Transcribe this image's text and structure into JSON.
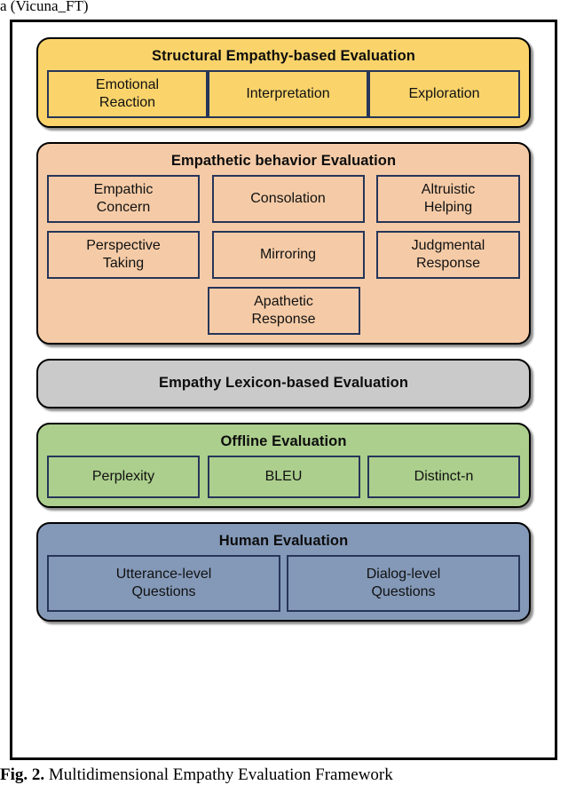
{
  "page": {
    "text_above": "a (Vicuna_FT)",
    "caption_prefix": "Fig. 2.",
    "caption_text": "Multidimensional Empathy Evaluation Framework"
  },
  "colors": {
    "structural": "#FAD46B",
    "behavior": "#F5CBA7",
    "lexicon": "#CACACA",
    "offline": "#ACCF8D",
    "human": "#8499B8",
    "box_border": "#263559",
    "frame_border": "#000000"
  },
  "figure": {
    "sections": [
      {
        "id": "structural",
        "title": "Structural Empathy-based Evaluation",
        "rows": [
          [
            {
              "line1": "Emotional",
              "line2": "Reaction"
            },
            {
              "line1": "Interpretation",
              "line2": ""
            },
            {
              "line1": "Exploration",
              "line2": ""
            }
          ]
        ]
      },
      {
        "id": "behavior",
        "title": "Empathetic behavior Evaluation",
        "rows": [
          [
            {
              "line1": "Empathic",
              "line2": "Concern"
            },
            {
              "line1": "Consolation",
              "line2": ""
            },
            {
              "line1": "Altruistic",
              "line2": "Helping"
            }
          ],
          [
            {
              "line1": "Perspective",
              "line2": "Taking"
            },
            {
              "line1": "Mirroring",
              "line2": ""
            },
            {
              "line1": "Judgmental",
              "line2": "Response"
            }
          ],
          [
            {
              "line1": "Apathetic",
              "line2": "Response"
            }
          ]
        ]
      },
      {
        "id": "lexicon",
        "title": "Empathy Lexicon-based Evaluation",
        "rows": []
      },
      {
        "id": "offline",
        "title": "Offline Evaluation",
        "rows": [
          [
            {
              "line1": "Perplexity",
              "line2": ""
            },
            {
              "line1": "BLEU",
              "line2": ""
            },
            {
              "line1": "Distinct-n",
              "line2": ""
            }
          ]
        ]
      },
      {
        "id": "human",
        "title": "Human Evaluation",
        "rows": [
          [
            {
              "line1": "Utterance-level",
              "line2": "Questions"
            },
            {
              "line1": "Dialog-level",
              "line2": "Questions"
            }
          ]
        ]
      }
    ]
  }
}
